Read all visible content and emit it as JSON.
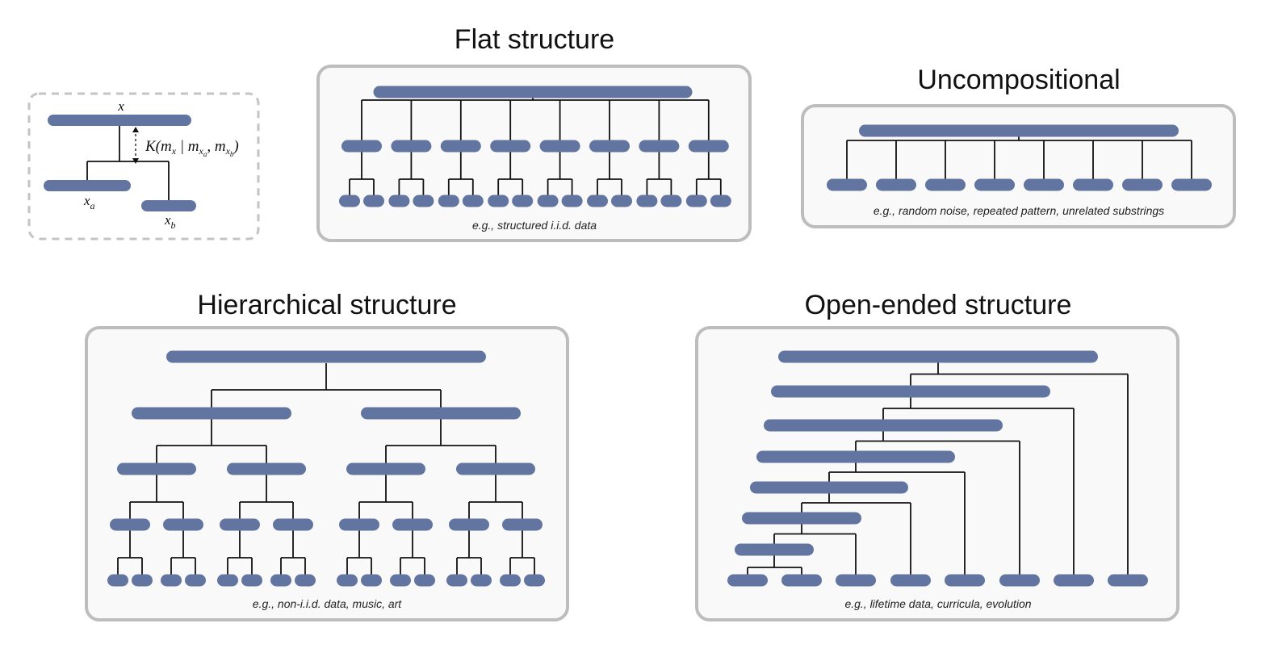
{
  "legend": {
    "root_label": "x",
    "left_label": "x",
    "left_sub": "a",
    "right_label": "x",
    "right_sub": "b",
    "formula": {
      "k": "K(",
      "m1": "m",
      "m1_sub": "x",
      "bar": " | ",
      "m2": "m",
      "m2_sub": "x",
      "m2_subsub": "a",
      "comma": ", ",
      "m3": "m",
      "m3_sub": "x",
      "m3_subsub": "b",
      "close": ")"
    }
  },
  "panels": {
    "flat": {
      "title": "Flat structure",
      "caption": "e.g., structured i.i.d. data"
    },
    "uncompositional": {
      "title": "Uncompositional",
      "caption": "e.g., random noise, repeated pattern, unrelated substrings"
    },
    "hierarchical": {
      "title": "Hierarchical structure",
      "caption": "e.g., non-i.i.d. data, music, art"
    },
    "open_ended": {
      "title": "Open-ended structure",
      "caption": "e.g., lifetime data, curricula, evolution"
    }
  },
  "colors": {
    "bar": "#6275a0",
    "line": "#111111",
    "box_border": "#bdbdbd",
    "box_fill": "#f9f9f9",
    "legend_border": "#c4c4c4"
  }
}
